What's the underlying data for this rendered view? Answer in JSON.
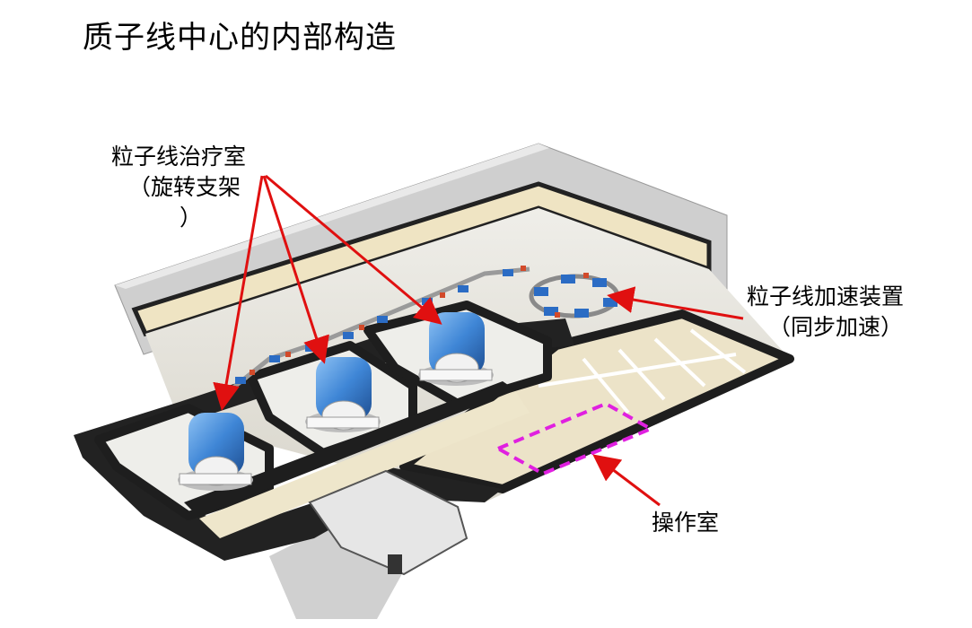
{
  "page": {
    "title": "质子线中心的内部构造"
  },
  "labels": {
    "treatment_room": "粒子线治疗室",
    "treatment_room_sub": "（旋转支架",
    "treatment_room_close": "）",
    "accelerator": "粒子线加速装置",
    "accelerator_sub": "（同步加速）",
    "operation_room": "操作室"
  },
  "colors": {
    "arrow": "#e01010",
    "highlight_box": "#e020e0",
    "wall_dark": "#1e1e1e",
    "wall_light": "#c8c8c8",
    "floor": "#e8e4da",
    "gantry": "#3a7fd0"
  }
}
